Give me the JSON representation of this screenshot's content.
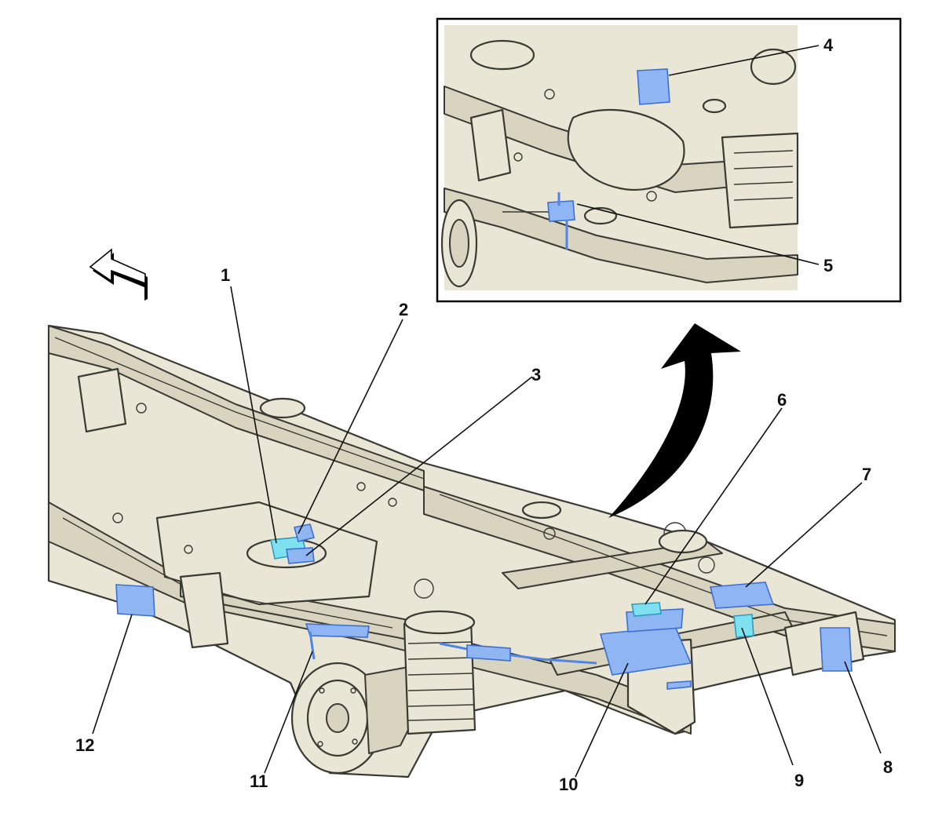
{
  "callouts": [
    {
      "id": 1,
      "label": "1"
    },
    {
      "id": 2,
      "label": "2"
    },
    {
      "id": 3,
      "label": "3"
    },
    {
      "id": 4,
      "label": "4"
    },
    {
      "id": 5,
      "label": "5"
    },
    {
      "id": 6,
      "label": "6"
    },
    {
      "id": 7,
      "label": "7"
    },
    {
      "id": 8,
      "label": "8"
    },
    {
      "id": 9,
      "label": "9"
    },
    {
      "id": 10,
      "label": "10"
    },
    {
      "id": 11,
      "label": "11"
    },
    {
      "id": 12,
      "label": "12"
    }
  ],
  "colors": {
    "frame_fill": "#e9e6d6",
    "frame_stroke": "#3a3a34",
    "highlight_blue": "#8fb5f2",
    "highlight_cyan": "#7fe0ef",
    "arrow_black": "#000000"
  },
  "icons": [
    "direction-arrow-front",
    "direction-arrow-rear",
    "zoom-curved-arrow"
  ]
}
